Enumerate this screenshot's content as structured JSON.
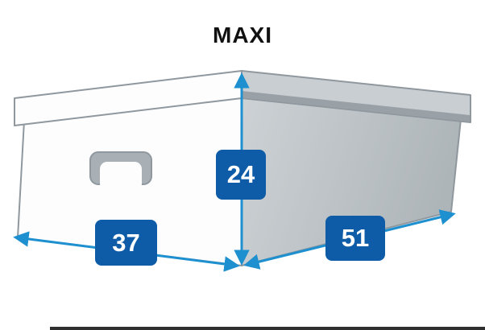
{
  "title": "MAXI",
  "dimensions": {
    "height": 24,
    "width": 37,
    "depth": 51
  },
  "colors": {
    "title_color": "#111111",
    "arrow_color": "#1e90cf",
    "badge_bg": "#0e5ca8",
    "badge_text": "#ffffff",
    "box_outline": "#8f989e",
    "face_fill": "#fdfdfe",
    "box_side_light": "#cdd2d5",
    "box_side_dark": "#aeb5b9",
    "lid_side_fill": "#c9ced2",
    "lid_edge": "#99a0a6",
    "handle_fill": "#a8b0b6",
    "bottom_line": "#2f2f2f"
  }
}
